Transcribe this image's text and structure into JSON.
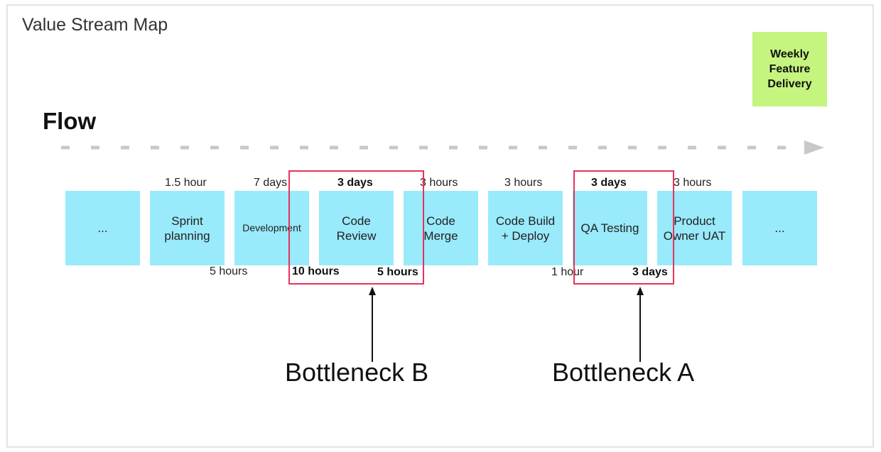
{
  "title": "Value Stream Map",
  "flow_label": "Flow",
  "sticky": {
    "text": "Weekly\nFeature\nDelivery",
    "color": "#c5f47f"
  },
  "colors": {
    "process": "#99eafb",
    "bottleneck": "#e8325a",
    "flow_arrow": "#c8c8c8"
  },
  "steps": [
    {
      "name": "...",
      "time_above": "",
      "wait_below": ""
    },
    {
      "name": "Sprint\nplanning",
      "time_above": "1.5 hour",
      "wait_below": ""
    },
    {
      "name": "Development",
      "time_above": "7 days",
      "wait_below": "5 hours"
    },
    {
      "name": "Code\nReview",
      "time_above": "3 days",
      "wait_below": "10 hours"
    },
    {
      "name": "Code\nMerge",
      "time_above": "3 hours",
      "wait_below": "5 hours"
    },
    {
      "name": "Code Build\n+ Deploy",
      "time_above": "3 hours",
      "wait_below": ""
    },
    {
      "name": "QA Testing",
      "time_above": "3 days",
      "wait_below": "1 hour"
    },
    {
      "name": "Product\nOwner UAT",
      "time_above": "3 hours",
      "wait_below": "3 days"
    },
    {
      "name": "...",
      "time_above": "",
      "wait_below": ""
    }
  ],
  "bottlenecks": [
    {
      "label": "Bottleneck B"
    },
    {
      "label": "Bottleneck A"
    }
  ]
}
